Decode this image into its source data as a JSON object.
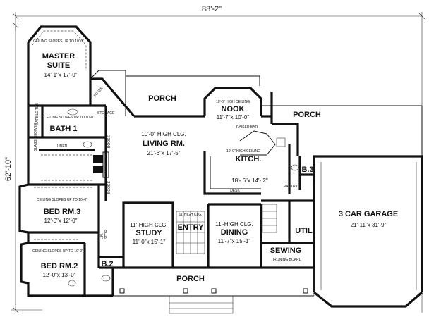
{
  "dimensions": {
    "overall_width": "88'-2\"",
    "overall_depth": "62'-10\""
  },
  "rooms": {
    "master_note": "CEILING SLOPES UP TO 10'-0\"",
    "master_name": "MASTER",
    "master_name2": "SUITE",
    "master_size": "14'-1\"x 17'-0\"",
    "porch_top": "PORCH",
    "porch_right": "PORCH",
    "porch_bottom": "PORCH",
    "foyer": "FOYER",
    "storage": "STORAGE",
    "nook_note": "10'-0\" HIGH CEILING",
    "nook_name": "NOOK",
    "nook_size": "11'-7\"x 10'-0\"",
    "bath1_note": "CEILING SLOPES UP TO 10'-0\"",
    "bath1_name": "BATH 1",
    "marble_tub": "MARBLE TUB",
    "glass_shower": "GLASS SHOWER",
    "linen": "LINEN",
    "books1": "BOOKS",
    "books2": "BOOKS",
    "living_note": "10'-0\" HIGH CLG.",
    "living_name": "LIVING RM.",
    "living_size": "21'-6\"x 17'-5\"",
    "raised_bar": "RAISED BAR",
    "kitchen_note": "10'-0\" HIGH CEILING",
    "kitchen_name": "KITCH.",
    "kitchen_size": "18'- 6\"x 14'- 2\"",
    "desk": "DESK",
    "pantry": "PANTRY",
    "bath3": "B.3",
    "bed3_note": "CEILING SLOPES UP TO 10'-0\"",
    "bed3_name": "BED RM.3",
    "bed3_size": "12'-0\"x 12'-0\"",
    "lin": "LIN.",
    "study_note": "11'-HIGH CLG.",
    "study_name": "STUDY",
    "study_size": "11'-0\"x 15'-1\"",
    "entry_note": "11' HIGH CLG.",
    "entry_name": "ENTRY",
    "dining_note": "11'-HIGH CLG.",
    "dining_name": "DINING",
    "dining_size": "11'-7\"x 15'-1\"",
    "garage_name": "3 CAR GARAGE",
    "garage_size": "21'-11\"x 31'-9\"",
    "util": "UTIL.",
    "sewing": "SEWING",
    "ironing_board": "IRONING BOARD",
    "bed2_note": "CEILING SLOPES UP TO 10'-0\"",
    "bed2_name": "BED RM.2",
    "bed2_size": "12'-0\"x 13'-0\"",
    "bath2": "B.2",
    "stor": "STOR."
  }
}
